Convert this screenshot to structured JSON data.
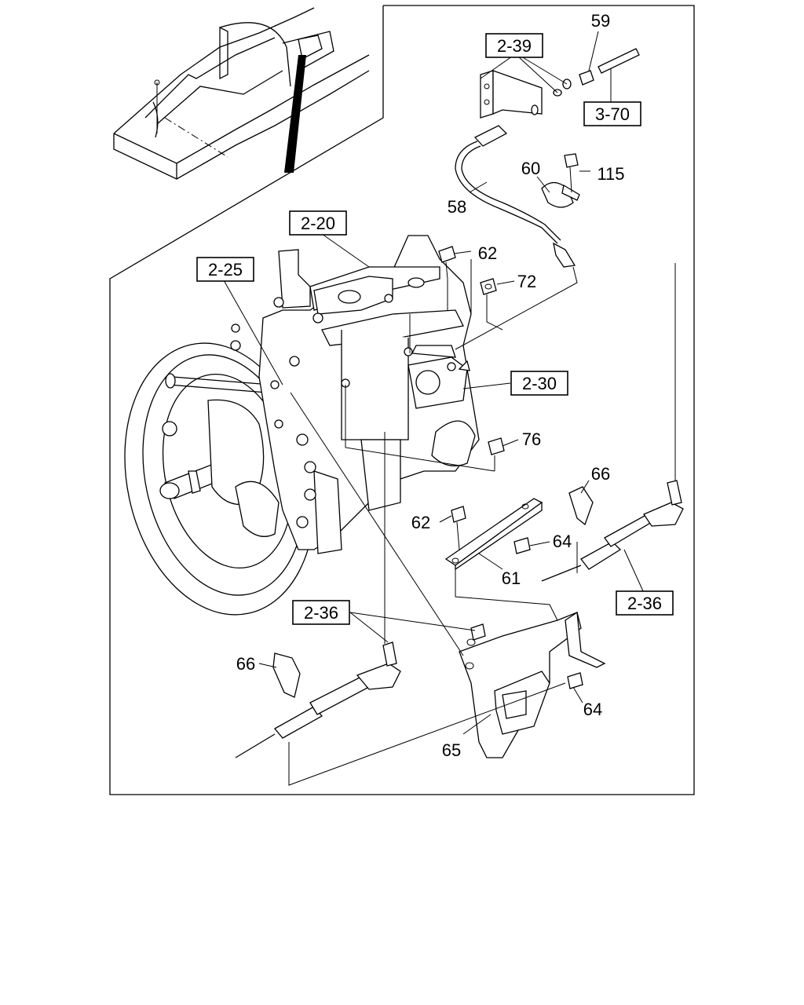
{
  "boxed_labels": [
    "2-39",
    "3-70",
    "2-20",
    "2-25",
    "2-30",
    "2-36",
    "2-36"
  ],
  "part_numbers": [
    "59",
    "60",
    "115",
    "58",
    "62",
    "72",
    "76",
    "66",
    "62",
    "64",
    "61",
    "66",
    "64",
    "65"
  ]
}
